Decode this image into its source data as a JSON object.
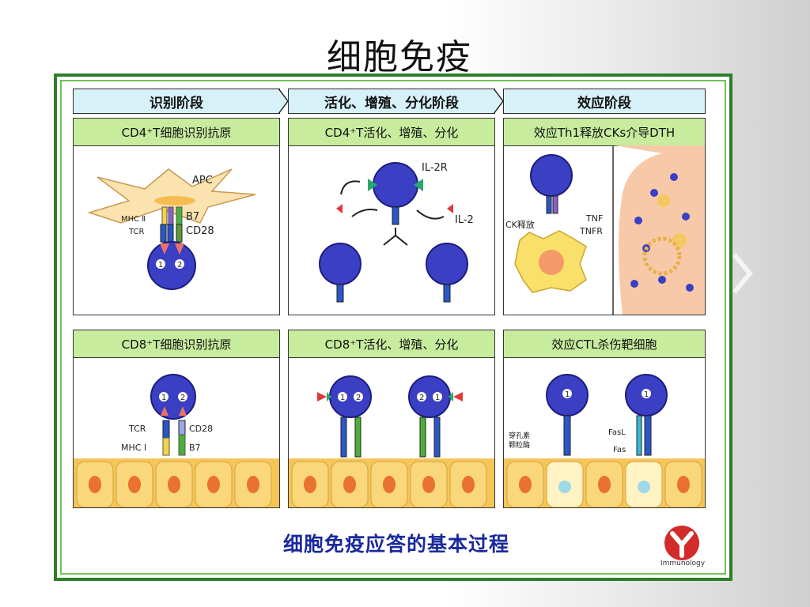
{
  "slide_title": "细胞免疫",
  "phases": [
    "识别阶段",
    "活化、增殖、分化阶段",
    "效应阶段"
  ],
  "panels": {
    "p1": {
      "title": "CD4⁺T细胞识别抗原",
      "labels": {
        "apc": "APC",
        "mhc": "MHC Ⅱ",
        "tcr": "TCR",
        "b7": "B7",
        "cd28": "CD28",
        "n1": "1",
        "n2": "2"
      }
    },
    "p2": {
      "title": "CD4⁺T活化、增殖、分化",
      "labels": {
        "il2r": "IL-2R",
        "il2": "IL-2"
      }
    },
    "p3": {
      "title": "效应Th1释放CKs介导DTH",
      "labels": {
        "ck": "CK释放",
        "tnf": "TNF",
        "tnfr": "TNFR"
      }
    },
    "p4": {
      "title": "CD8⁺T细胞识别抗原",
      "labels": {
        "tcr": "TCR",
        "cd28": "CD28",
        "mhc": "MHC Ⅰ",
        "b7": "B7",
        "n1": "1",
        "n2": "2"
      }
    },
    "p5": {
      "title": "CD8⁺T活化、增殖、分化",
      "labels": {
        "a1": "1",
        "a2": "2",
        "b2": "2",
        "b1": "1"
      }
    },
    "p6": {
      "title": "效应CTL杀伤靶细胞",
      "labels": {
        "perforin": "穿孔素",
        "granzyme": "颗粒酶",
        "fasl": "FasL",
        "fas": "Fas",
        "n1": "1",
        "n2": "1"
      }
    }
  },
  "caption": "细胞免疫应答的基本过程",
  "logo_text": "Immunology",
  "colors": {
    "frame": "#2f7d28",
    "phase_bg": "#d7f1f8",
    "panel_head": "#c7ec9e",
    "cell_blue": "#3b3fc4",
    "epithelium": "#f5c55a",
    "caption": "#1a2a9c"
  }
}
